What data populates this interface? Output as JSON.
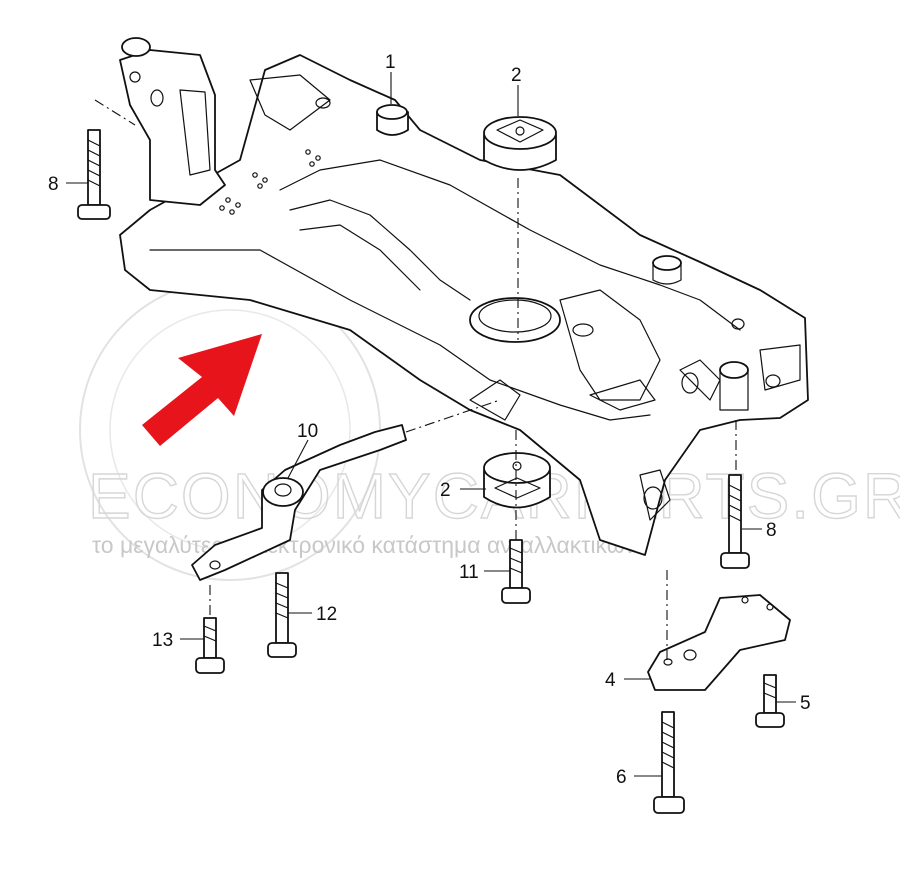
{
  "watermark": {
    "brand": "ECONOMYCARPARTS.GR",
    "tagline": "το μεγαλύτερο ηλεκτρονικό κατάστημα ανταλλακτικών"
  },
  "callouts": [
    "1",
    "2",
    "2",
    "4",
    "5",
    "6",
    "8",
    "8",
    "10",
    "11",
    "12",
    "13"
  ],
  "colors": {
    "arrow": "#e8141b",
    "line": "#111111",
    "watermark": "#d0d0d0"
  }
}
